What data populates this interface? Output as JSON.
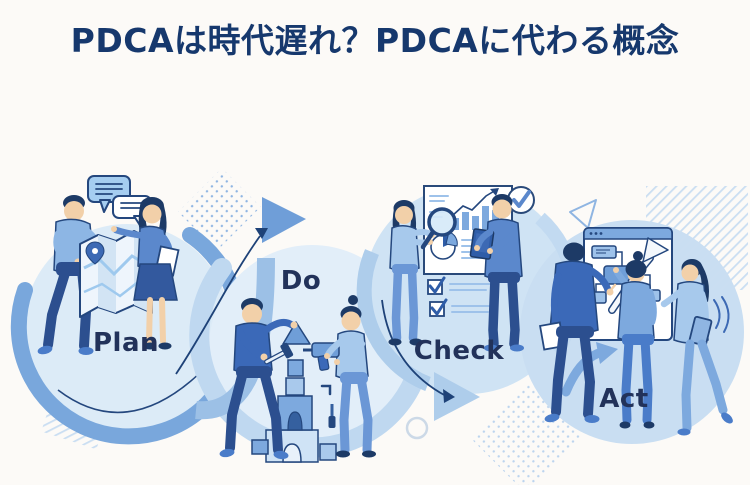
{
  "title": "PDCAは時代遅れ？PDCAに代わる概念",
  "steps": [
    {
      "id": "plan",
      "label": "Plan"
    },
    {
      "id": "do",
      "label": "Do"
    },
    {
      "id": "check",
      "label": "Check"
    },
    {
      "id": "act",
      "label": "Act"
    }
  ],
  "colors": {
    "background": "#fcfaf7",
    "title_navy": "#16386d",
    "label_navy": "#22325a",
    "circle_light_blue": "#d6e6f5",
    "ribbon_blue": "#9cc0e6",
    "arrow_head_blue": "#6f9ed8",
    "thin_arrow_navy": "#1e4278",
    "figure_dark_blue": "#3b69b8",
    "figure_light_blue": "#a7c9ec",
    "outline_navy": "#24477e",
    "skin": "#f2d0a9"
  },
  "scene": {
    "plan": {
      "people": 2,
      "icons": [
        "speech-bubbles",
        "map",
        "location-pin",
        "clipboard"
      ]
    },
    "do": {
      "people": 2,
      "icons": [
        "block-castle",
        "hammer",
        "drill",
        "screwdriver"
      ]
    },
    "check": {
      "people": 2,
      "icons": [
        "magnifier",
        "report-chart",
        "pie-chart",
        "checklist",
        "check-badge",
        "tablet"
      ]
    },
    "act": {
      "people": 3,
      "icons": [
        "browser-window",
        "flowchart",
        "growth-arrow",
        "laptop",
        "document"
      ]
    }
  }
}
